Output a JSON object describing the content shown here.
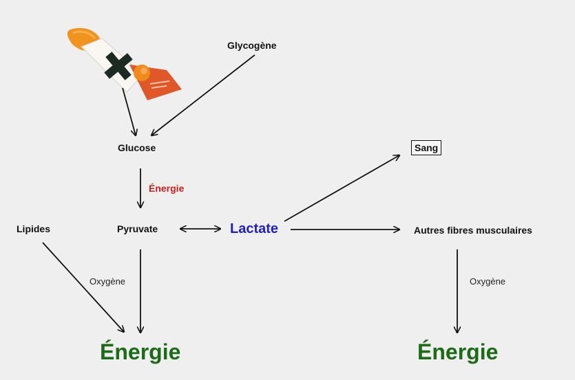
{
  "nodes": {
    "glycogene": "Glycogène",
    "glucose": "Glucose",
    "energie_small": "Énergie",
    "lipides": "Lipides",
    "pyruvate": "Pyruvate",
    "lactate": "Lactate",
    "sang": "Sang",
    "autres_fibres": "Autres fibres musculaires",
    "oxygene_left": "Oxygène",
    "oxygene_right": "Oxygène",
    "energie_left": "Énergie",
    "energie_right": "Énergie"
  },
  "colors": {
    "lactate": "#1f1fbf",
    "energie_small": "#d11a1a",
    "energie_large": "#1c6b16",
    "arrows": "#111111"
  },
  "icons": {
    "product": "energy-gel-pack-icon"
  }
}
